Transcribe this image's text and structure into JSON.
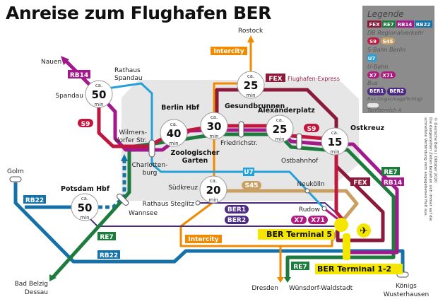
{
  "title": "Anreise zum Flughafen BER",
  "colors": {
    "FEX": "#8b1a3a",
    "RE7": "#1e7b3e",
    "RB14": "#a3198c",
    "RB22": "#1472a8",
    "S9": "#c0173f",
    "S45": "#c9a063",
    "U7": "#25a0d8",
    "X7": "#b0197e",
    "BER": "#4b2a84",
    "Intercity": "#f08a00",
    "airport": "#f5e600",
    "zone": "#e6e6e6"
  },
  "legend": {
    "title": "Legende",
    "groups": [
      {
        "badges": [
          "FEX",
          "RE7",
          "RB14",
          "RB22"
        ],
        "label": "DB Regionalverkehr"
      },
      {
        "badges": [
          "S9",
          "S45"
        ],
        "label": "S-Bahn Berlin"
      },
      {
        "badges": [
          "U7"
        ],
        "label": "U-Bahn"
      },
      {
        "badges": [
          "X7",
          "X71"
        ],
        "label": "Bus"
      },
      {
        "badges": [
          "BER1",
          "BER2"
        ],
        "label": "Bus (zugschlagpflichtig)"
      },
      {
        "badges": [],
        "label": "Tarifbereich A"
      }
    ]
  },
  "credit": [
    "© Deutsche Bahn | Oktober 2020",
    "Die dargestellten Zeiten beziehen sich immer auf die",
    "schnellste Verbindung vom angegebenen Halt aus."
  ],
  "stations": {
    "nauen": "Nauen",
    "rathaus_spandau_1": "Rathaus",
    "rathaus_spandau_2": "Spandau",
    "spandau": "Spandau",
    "wilmersdorfer_1": "Wilmers-",
    "wilmersdorfer_2": "dorfer Str.",
    "charlottenburg_1": "Charlotten-",
    "charlottenburg_2": "burg",
    "zoo_1": "Zoologischer",
    "zoo_2": "Garten",
    "hbf": "Berlin Hbf",
    "gesundbrunnen": "Gesundbrunnen",
    "alexanderplatz": "Alexanderplatz",
    "friedrichstr": "Friedrichstr.",
    "ostbahnhof": "Ostbahnhof",
    "ostkreuz": "Ostkreuz",
    "rostock": "Rostock",
    "golm": "Golm",
    "potsdam": "Potsdam Hbf",
    "wannsee": "Wannsee",
    "suedkreuz": "Südkreuz",
    "steglitz": "Rathaus Steglitz",
    "neukoelln": "Neukölln",
    "rudow": "Rudow",
    "ber5": "BER Terminal 5",
    "ber12": "BER Terminal 1-2",
    "dresden": "Dresden",
    "wuensdorf": "Wünsdorf-Waldstadt",
    "koenigs_1": "Königs",
    "koenigs_2": "Wusterhausen",
    "belzig_1": "Bad Belzig",
    "belzig_2": "Dessau"
  },
  "fex_caption": "Flughafen-Express",
  "times": {
    "ca": "ca.",
    "min": "min",
    "spandau": "50",
    "zoo": "40",
    "hbf": "30",
    "gesundbrunnen": "25",
    "alexanderplatz": "25",
    "ostkreuz": "15",
    "suedkreuz": "20",
    "potsdam": "50"
  },
  "badges": {
    "RB14": "RB14",
    "S9": "S9",
    "FEX": "FEX",
    "Intercity": "Intercity",
    "U7": "U7",
    "S45": "S45",
    "BER1": "BER1",
    "BER2": "BER2",
    "X7": "X7",
    "X71": "X71",
    "RE7": "RE7",
    "RB22": "RB22"
  }
}
